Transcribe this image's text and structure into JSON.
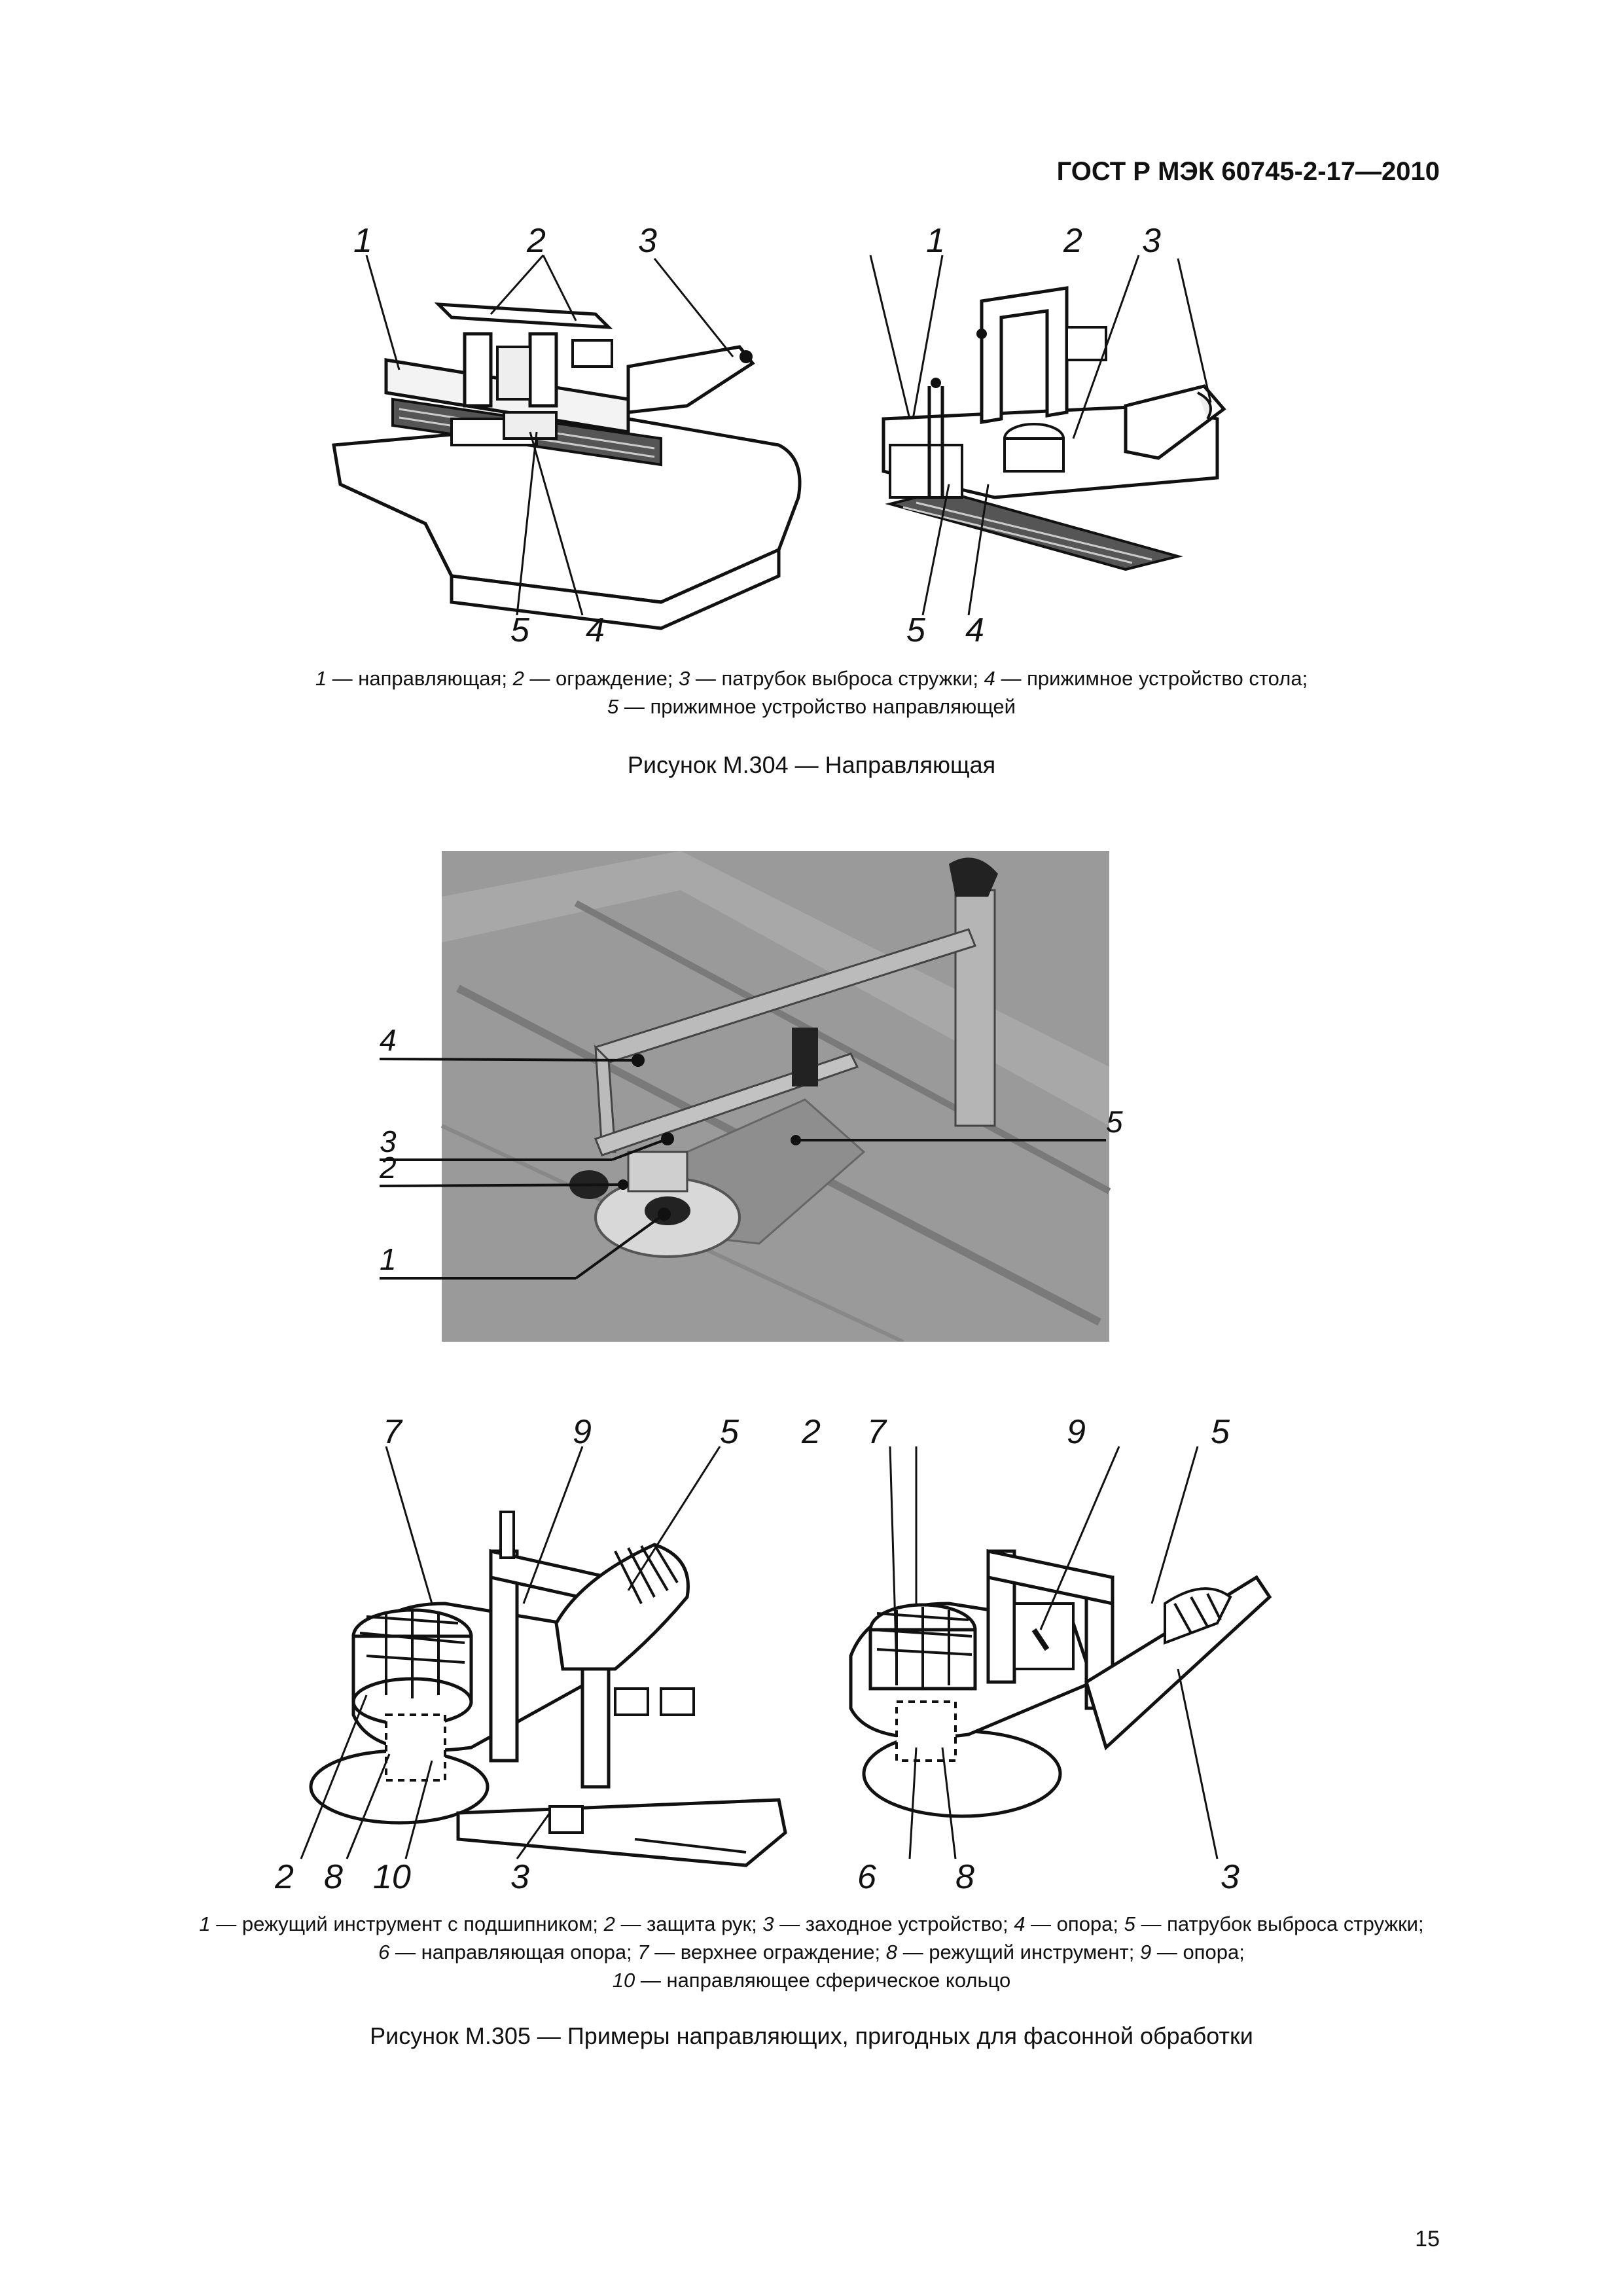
{
  "header": {
    "standard": "ГОСТ Р МЭК 60745-2-17—2010"
  },
  "figure_304": {
    "left_labels": [
      "1",
      "2",
      "3",
      "4",
      "5"
    ],
    "right_labels": [
      "1",
      "2",
      "3",
      "4",
      "5"
    ],
    "legend": [
      {
        "num": "1",
        "text": " — направляющая; "
      },
      {
        "num": "2",
        "text": " — ограждение; "
      },
      {
        "num": "3",
        "text": " — патрубок выброса стружки; "
      },
      {
        "num": "4",
        "text": " — прижимное устройство стола;"
      },
      {
        "num": "5",
        "text": " — прижимное устройство направляющей"
      }
    ],
    "caption": "Рисунок М.304 — Направляющая"
  },
  "photo": {
    "labels": [
      "1",
      "2",
      "3",
      "4",
      "5"
    ]
  },
  "figure_305": {
    "left_labels": [
      "7",
      "9",
      "5",
      "2",
      "8",
      "10",
      "3"
    ],
    "right_labels": [
      "2",
      "7",
      "9",
      "5",
      "6",
      "8",
      "3"
    ],
    "legend": [
      {
        "num": "1",
        "text": " — режущий инструмент с подшипником; "
      },
      {
        "num": "2",
        "text": " — защита рук; "
      },
      {
        "num": "3",
        "text": " — заходное устройство; "
      },
      {
        "num": "4",
        "text": " — опора; "
      },
      {
        "num": "5",
        "text": " — патрубок выброса стружки;"
      },
      {
        "num": "6",
        "text": " — направляющая опора; "
      },
      {
        "num": "7",
        "text": " — верхнее ограждение; "
      },
      {
        "num": "8",
        "text": " — режущий инструмент; "
      },
      {
        "num": "9",
        "text": " — опора;"
      },
      {
        "num": "10",
        "text": " — направляющее сферическое кольцо"
      }
    ],
    "caption": "Рисунок М.305 — Примеры направляющих, пригодных для фасонной обработки"
  },
  "page_number": "15"
}
